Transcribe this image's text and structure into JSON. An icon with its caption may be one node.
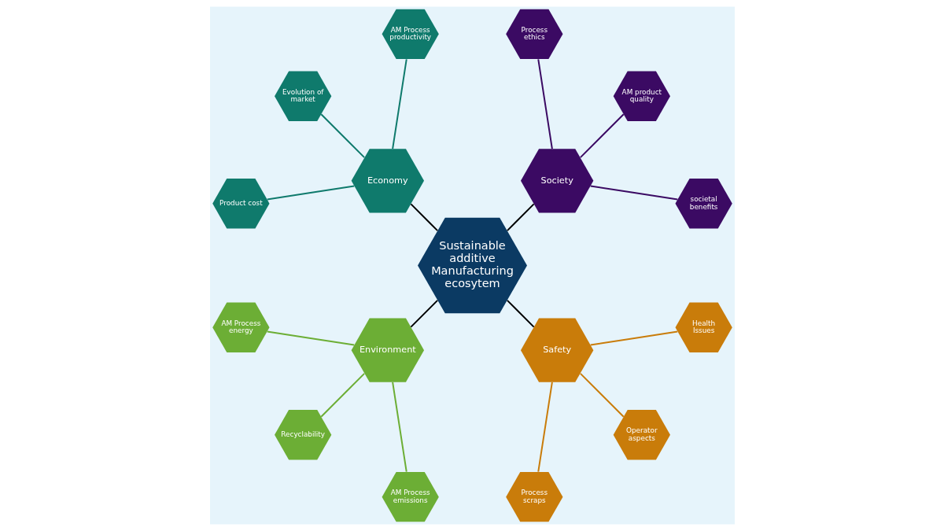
{
  "diagram": {
    "nodes": [
      {
        "text": [
          "Sustainable additive Manufacturing ecosytem"
        ]
      },
      {
        "text": [
          "Society"
        ]
      },
      {
        "text": [
          "societal benefits"
        ]
      },
      {
        "text": [
          "AM product quality"
        ]
      },
      {
        "text": [
          "Process ethics"
        ]
      },
      {
        "text": [
          "Economy"
        ]
      },
      {
        "text": [
          "AM Process productivity"
        ]
      },
      {
        "text": [
          "Evolution of market"
        ]
      },
      {
        "text": [
          "Product cost"
        ]
      },
      {
        "text": [
          "Environment"
        ]
      },
      {
        "text": [
          "AM Process energy"
        ]
      },
      {
        "text": [
          "Recyclability"
        ]
      },
      {
        "text": [
          "AM Process emissions"
        ]
      },
      {
        "text": [
          "Safety"
        ]
      },
      {
        "text": [
          "Process scraps"
        ]
      },
      {
        "text": [
          "Operator aspects"
        ]
      },
      {
        "text": [
          "Health Issues"
        ]
      }
    ],
    "edges": [
      {
        "from": 0,
        "to": 1,
        "arrow": "none",
        "color": "#000000"
      },
      {
        "from": 1,
        "to": 2,
        "arrow": "none",
        "color": "#3b0a63"
      },
      {
        "from": 1,
        "to": 3,
        "arrow": "none",
        "color": "#3b0a63"
      },
      {
        "from": 1,
        "to": 4,
        "arrow": "none",
        "color": "#3b0a63"
      },
      {
        "from": 0,
        "to": 5,
        "arrow": "none",
        "color": "#000000"
      },
      {
        "from": 5,
        "to": 6,
        "arrow": "none",
        "color": "#0f7a6c"
      },
      {
        "from": 5,
        "to": 7,
        "arrow": "none",
        "color": "#0f7a6c"
      },
      {
        "from": 5,
        "to": 8,
        "arrow": "none",
        "color": "#0f7a6c"
      },
      {
        "from": 0,
        "to": 9,
        "arrow": "none",
        "color": "#000000"
      },
      {
        "from": 9,
        "to": 10,
        "arrow": "none",
        "color": "#6cae35"
      },
      {
        "from": 9,
        "to": 11,
        "arrow": "none",
        "color": "#6cae35"
      },
      {
        "from": 9,
        "to": 12,
        "arrow": "none",
        "color": "#6cae35"
      },
      {
        "from": 0,
        "to": 13,
        "arrow": "none",
        "color": "#000000"
      },
      {
        "from": 13,
        "to": 14,
        "arrow": "none",
        "color": "#c97c0a"
      },
      {
        "from": 13,
        "to": 15,
        "arrow": "none",
        "color": "#c97c0a"
      },
      {
        "from": 13,
        "to": 16,
        "arrow": "none",
        "color": "#c97c0a"
      }
    ]
  }
}
